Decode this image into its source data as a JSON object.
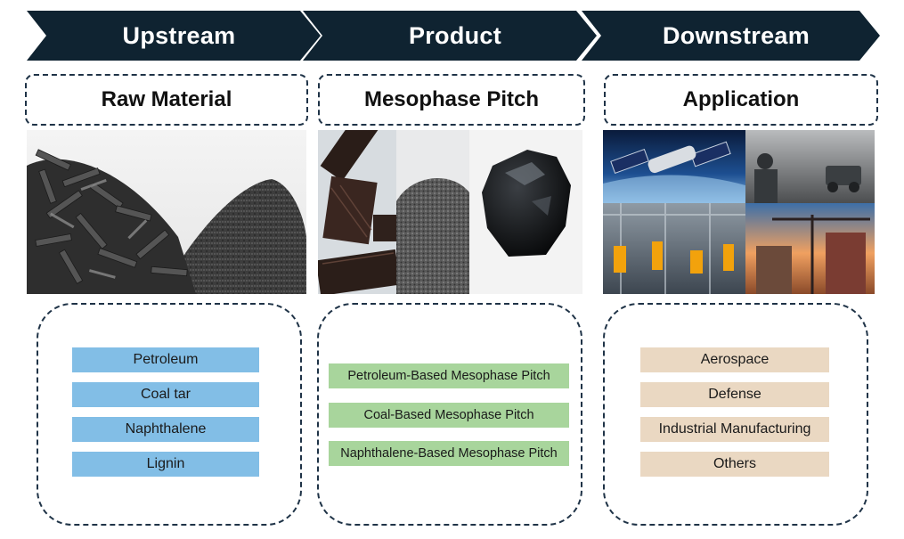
{
  "header": {
    "stages": [
      {
        "label": "Upstream"
      },
      {
        "label": "Product"
      },
      {
        "label": "Downstream"
      }
    ],
    "background": "#0f2331"
  },
  "columns": [
    {
      "title": "Raw Material",
      "images": [
        "carbon-fiber-pile",
        "powder-pile"
      ],
      "items": [
        "Petroleum",
        "Coal tar",
        "Naphthalene",
        "Lignin"
      ],
      "item_color": "#82bee6"
    },
    {
      "title": "Mesophase Pitch",
      "images": [
        "pitch-pieces",
        "pitch-powder",
        "pitch-lump"
      ],
      "items": [
        "Petroleum-Based Mesophase Pitch",
        "Coal-Based Mesophase Pitch",
        "Naphthalene-Based Mesophase Pitch"
      ],
      "item_color": "#a8d59c"
    },
    {
      "title": "Application",
      "images": [
        "satellite",
        "soldiers",
        "factory",
        "construction-crane"
      ],
      "items": [
        "Aerospace",
        "Defense",
        "Industrial Manufacturing",
        "Others"
      ],
      "item_color": "#ead8c2"
    }
  ]
}
